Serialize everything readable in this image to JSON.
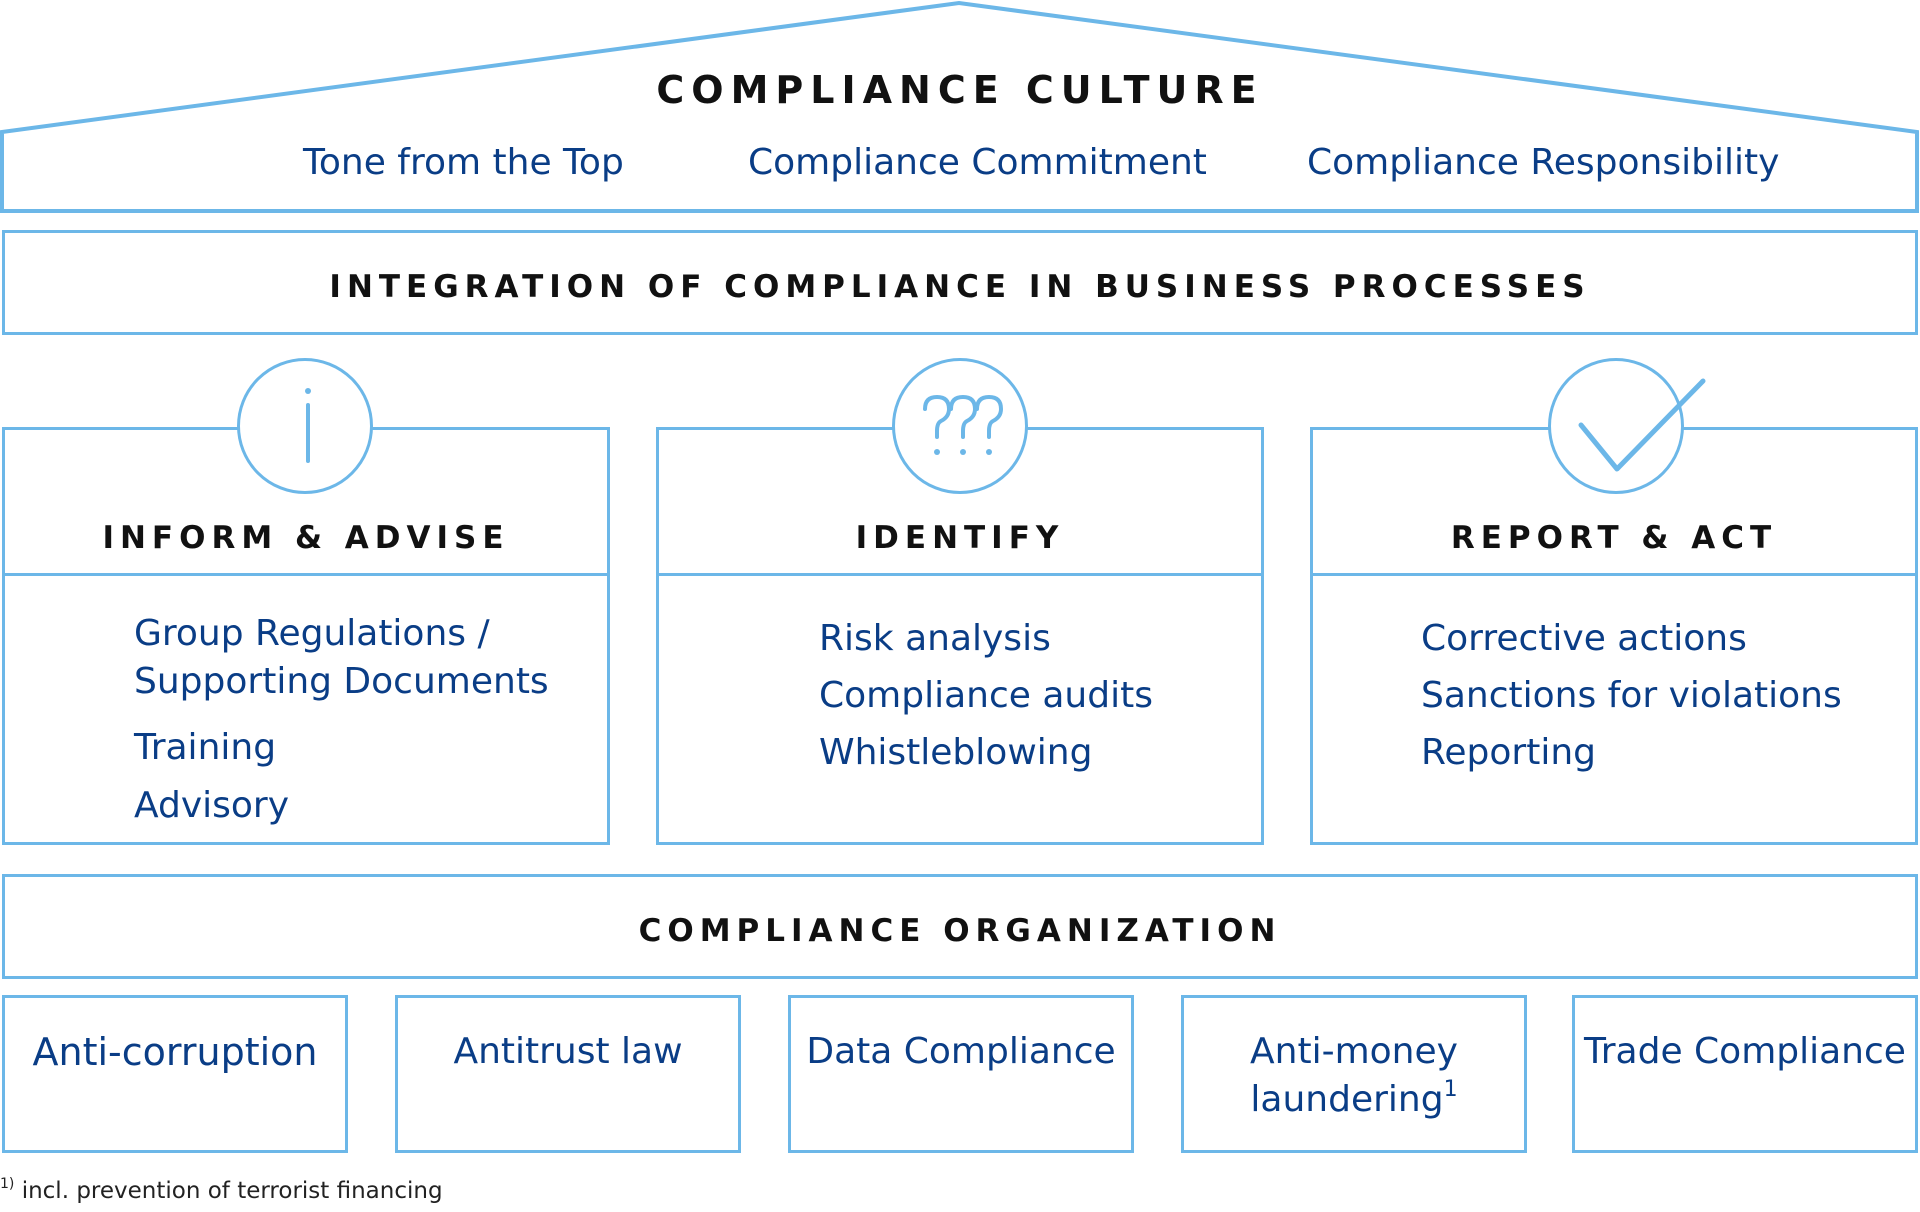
{
  "culture": {
    "title": "COMPLIANCE CULTURE",
    "items": [
      "Tone from the Top",
      "Compliance Commitment",
      "Compliance Responsibility"
    ]
  },
  "integration": {
    "title": "INTEGRATION OF COMPLIANCE IN BUSINESS PROCESSES"
  },
  "pillars": [
    {
      "icon": "info-icon",
      "title": "INFORM & ADVISE",
      "items": [
        "Group Regulations /",
        "Supporting Documents",
        "Training",
        "Advisory"
      ]
    },
    {
      "icon": "question-marks-icon",
      "title": "IDENTIFY",
      "items": [
        "Risk analysis",
        "Compliance audits",
        "Whistleblowing"
      ]
    },
    {
      "icon": "checkmark-icon",
      "title": "REPORT & ACT",
      "items": [
        "Corrective actions",
        "Sanctions for violations",
        "Reporting"
      ]
    }
  ],
  "organization": {
    "title": "COMPLIANCE ORGANIZATION",
    "areas": [
      {
        "label": "Anti-corruption"
      },
      {
        "label": "Antitrust law"
      },
      {
        "label": "Data Compliance"
      },
      {
        "label_line1": "Anti-money",
        "label_line2": "laundering",
        "superscript": "1"
      },
      {
        "label": "Trade Compliance"
      }
    ]
  },
  "footnote": {
    "marker": "1)",
    "text": "incl. prevention of terrorist financing"
  },
  "colors": {
    "border": "#6cb7e8",
    "text_blue": "#0a3d86",
    "heading": "#111111"
  }
}
